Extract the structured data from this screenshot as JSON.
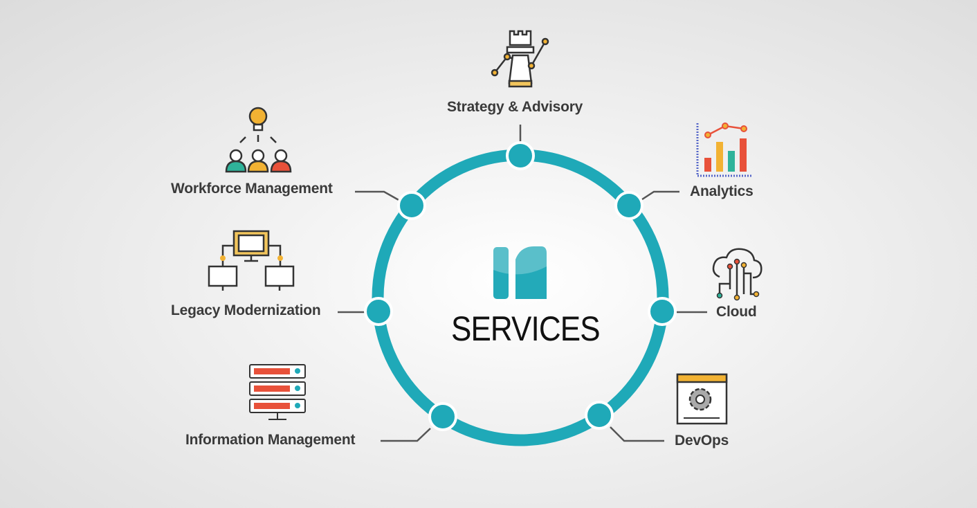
{
  "center": {
    "title": "SERVICES",
    "logo": "r-logo"
  },
  "colors": {
    "ring": "#1fa9b8",
    "text": "#3a3a3a",
    "accent": "#f2b233",
    "red": "#e8513a",
    "green": "#2fb39a"
  },
  "services": [
    {
      "label": "Strategy & Advisory",
      "icon": "chess-rook-icon"
    },
    {
      "label": "Analytics",
      "icon": "bar-chart-icon"
    },
    {
      "label": "Cloud",
      "icon": "cloud-network-icon"
    },
    {
      "label": "DevOps",
      "icon": "gear-window-icon"
    },
    {
      "label": "Information Management",
      "icon": "server-rack-icon"
    },
    {
      "label": "Legacy Modernization",
      "icon": "computer-network-icon"
    },
    {
      "label": "Workforce Management",
      "icon": "team-idea-icon"
    }
  ]
}
